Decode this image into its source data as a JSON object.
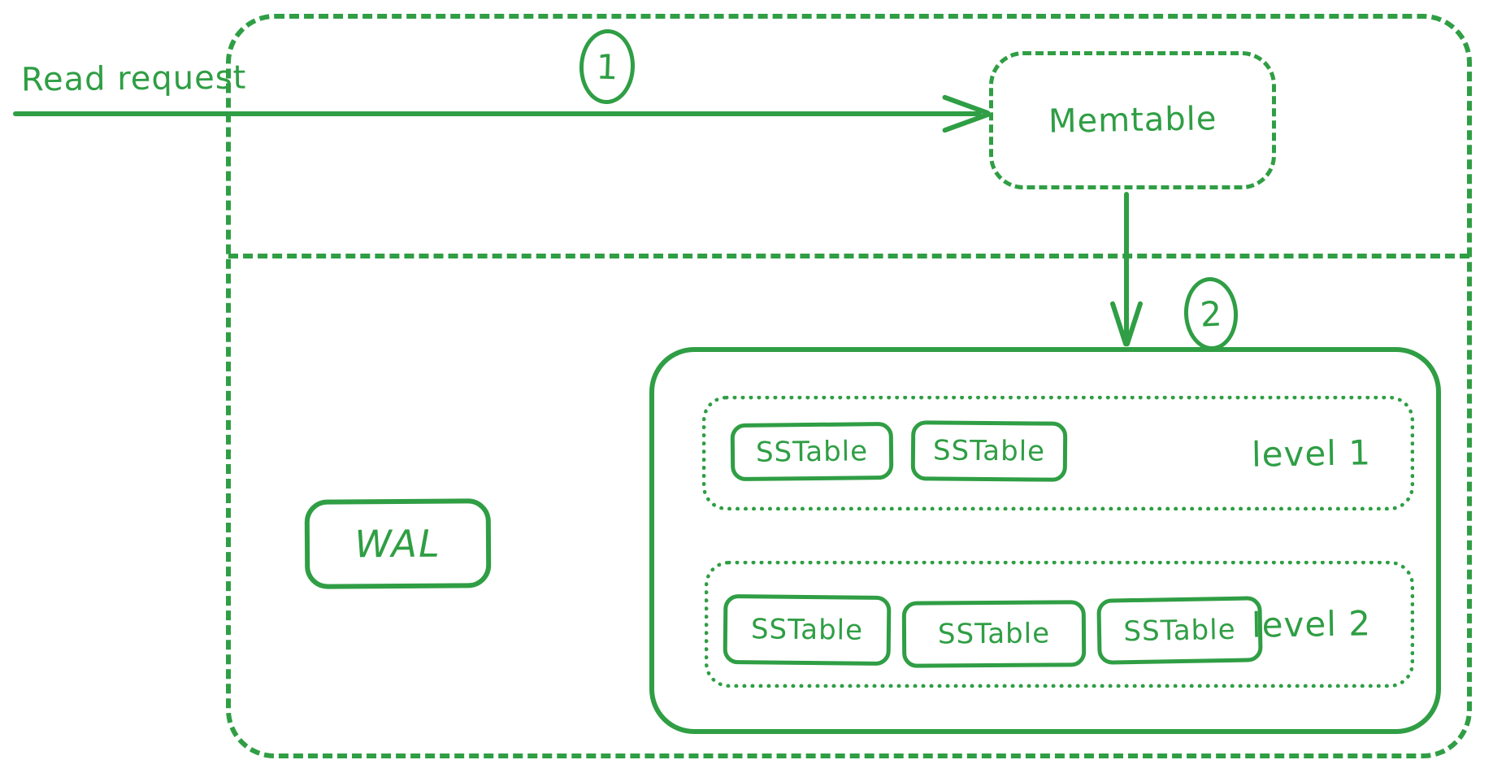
{
  "colors": {
    "stroke": "#2f9e44",
    "canvas": "#ffffff"
  },
  "flow": {
    "read_request_label": "Read request",
    "step1_badge": "1",
    "step2_badge": "2"
  },
  "memory": {
    "memtable_label": "Memtable"
  },
  "disk": {
    "wal_label": "WAL",
    "levels": [
      {
        "label": "level 1",
        "sstables": [
          "SSTable",
          "SSTable"
        ]
      },
      {
        "label": "level 2",
        "sstables": [
          "SSTable",
          "SSTable",
          "SSTable"
        ]
      }
    ]
  }
}
